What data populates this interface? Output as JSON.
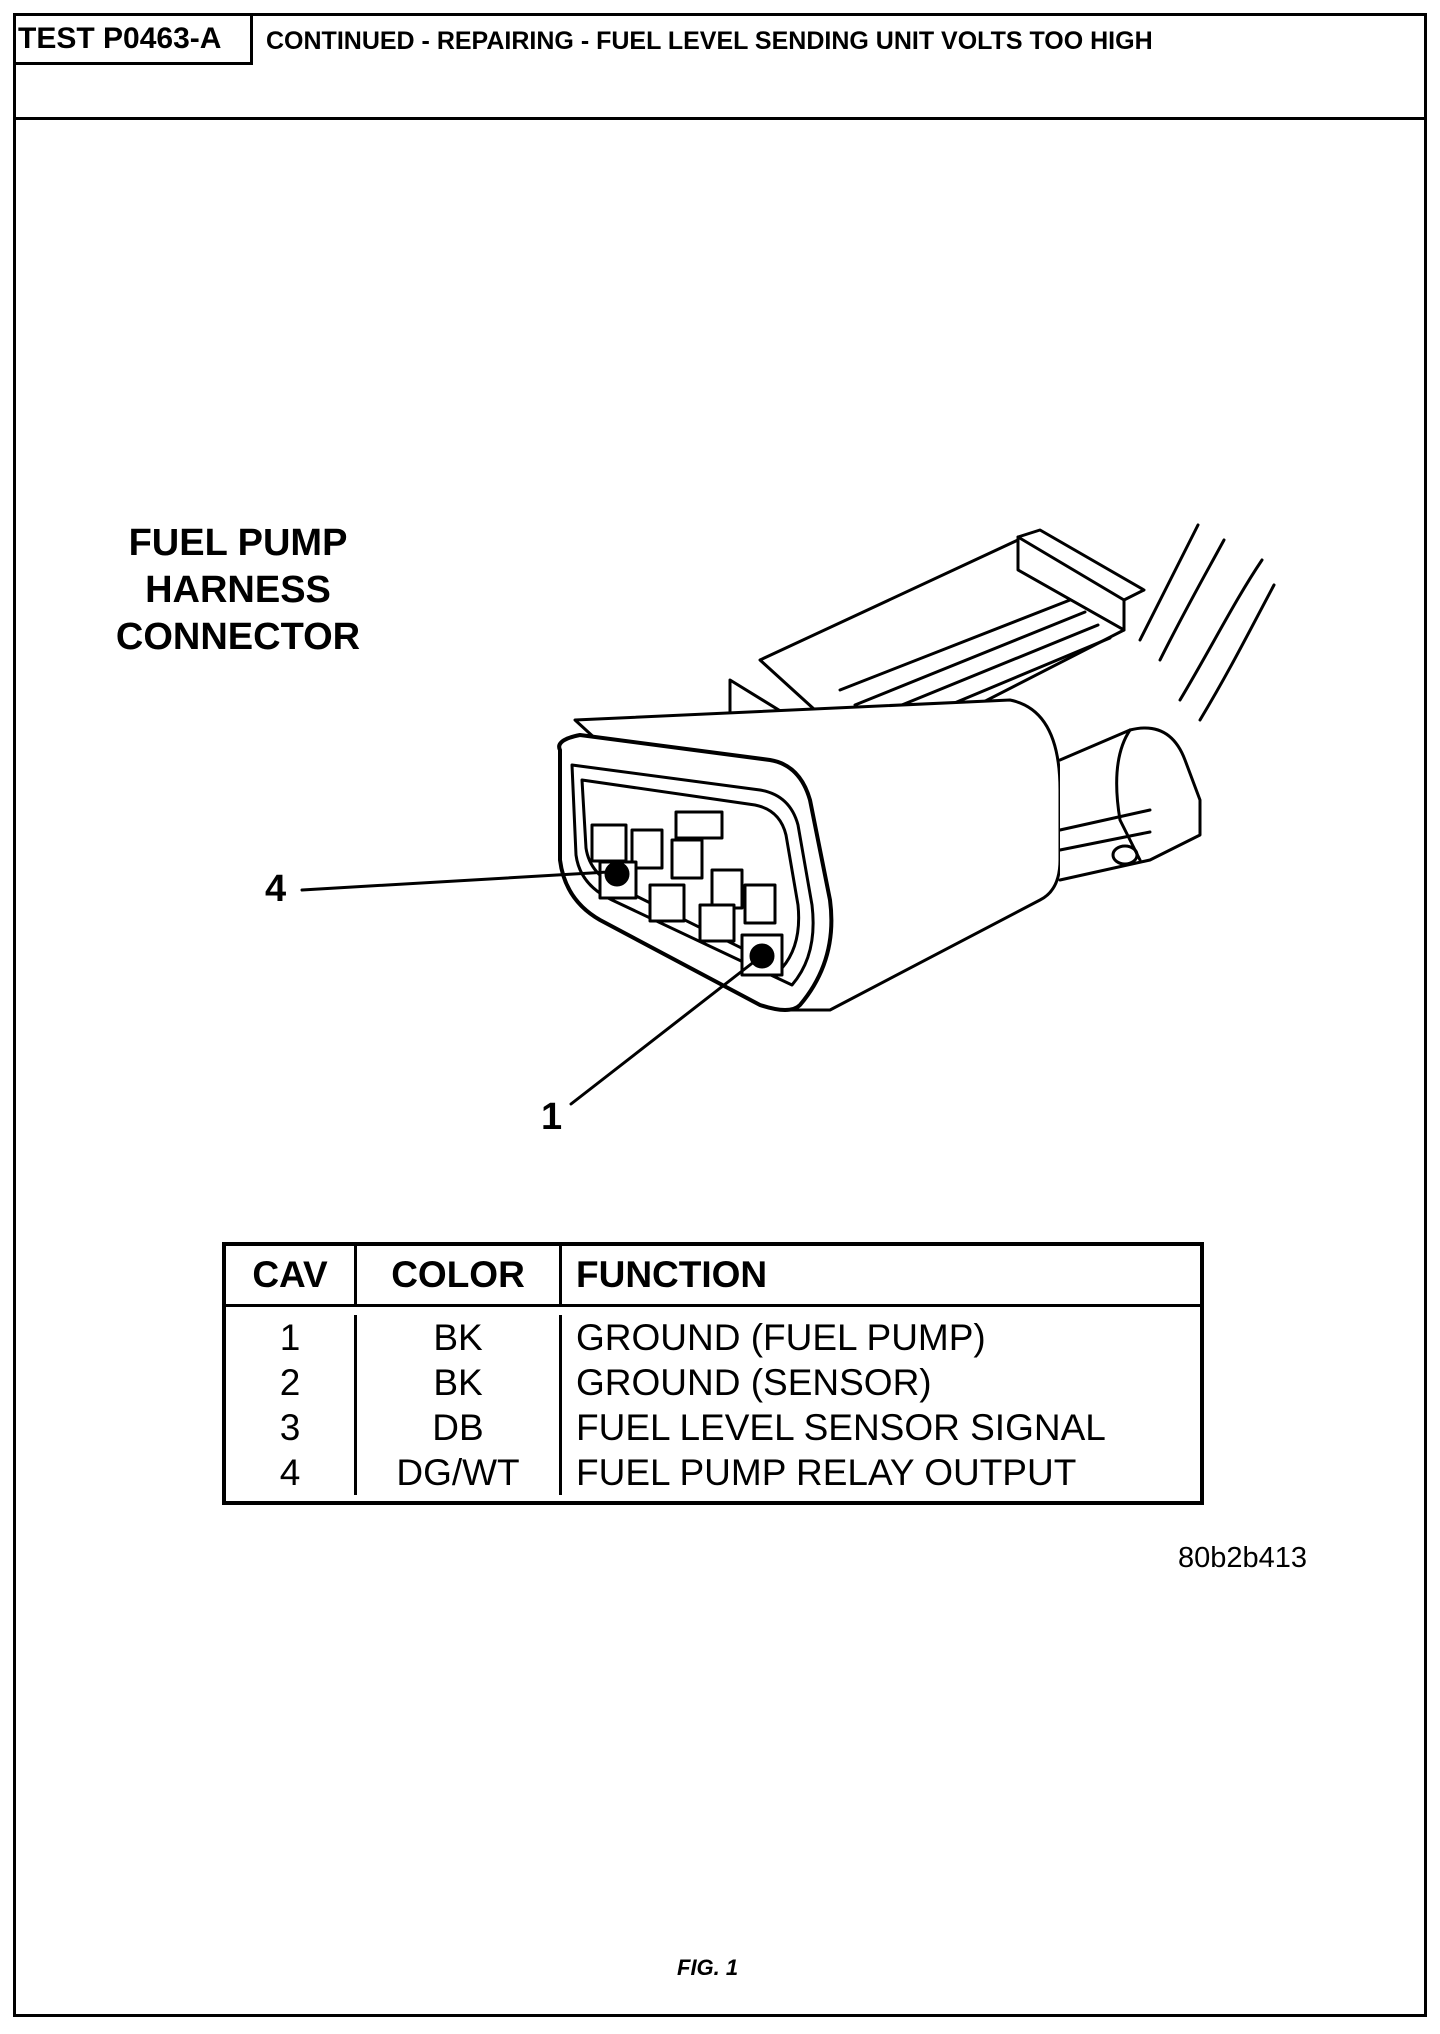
{
  "header": {
    "test_id": "TEST P0463-A",
    "title": "CONTINUED - REPAIRING - FUEL LEVEL SENDING UNIT VOLTS TOO HIGH"
  },
  "diagram": {
    "label_lines": [
      "FUEL PUMP",
      "HARNESS",
      "CONNECTOR"
    ],
    "callouts": [
      "4",
      "1"
    ]
  },
  "table": {
    "headers": [
      "CAV",
      "COLOR",
      "FUNCTION"
    ],
    "rows": [
      [
        "1",
        "BK",
        "GROUND (FUEL PUMP)"
      ],
      [
        "2",
        "BK",
        "GROUND (SENSOR)"
      ],
      [
        "3",
        "DB",
        "FUEL LEVEL SENSOR SIGNAL"
      ],
      [
        "4",
        "DG/WT",
        "FUEL PUMP RELAY OUTPUT"
      ]
    ]
  },
  "image_id": "80b2b413",
  "figure_caption": "FIG. 1"
}
